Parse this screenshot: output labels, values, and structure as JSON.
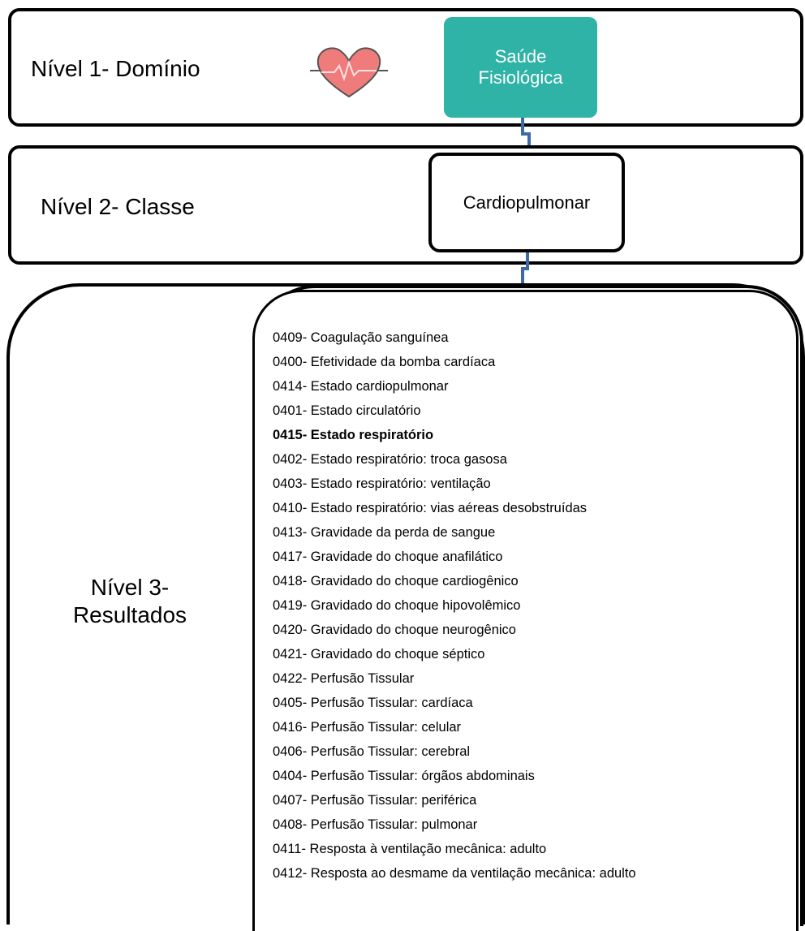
{
  "level1": {
    "label": "Nível 1- Domínio",
    "box": "Saúde\nFisiológica",
    "icon": "heart-icon"
  },
  "level2": {
    "label": "Nível 2- Classe",
    "box": "Cardiopulmonar"
  },
  "level3": {
    "label": "Nível 3-\nResultados",
    "items": [
      {
        "text": "0409- Coagulação sanguínea",
        "bold": false
      },
      {
        "text": "0400- Efetividade da bomba cardíaca",
        "bold": false
      },
      {
        "text": "0414- Estado cardiopulmonar",
        "bold": false
      },
      {
        "text": "0401- Estado circulatório",
        "bold": false
      },
      {
        "text": "0415- Estado respiratório",
        "bold": true
      },
      {
        "text": "0402- Estado respiratório: troca gasosa",
        "bold": false
      },
      {
        "text": "0403- Estado respiratório: ventilação",
        "bold": false
      },
      {
        "text": "0410- Estado respiratório: vias aéreas desobstruídas",
        "bold": false
      },
      {
        "text": "0413- Gravidade da perda de sangue",
        "bold": false
      },
      {
        "text": "0417- Gravidade do choque anafilático",
        "bold": false
      },
      {
        "text": "0418- Gravidado do choque cardiogênico",
        "bold": false
      },
      {
        "text": "0419- Gravidado do choque hipovolêmico",
        "bold": false
      },
      {
        "text": "0420- Gravidado do choque neurogênico",
        "bold": false
      },
      {
        "text": "0421- Gravidado do choque séptico",
        "bold": false
      },
      {
        "text": "0422- Perfusão Tissular",
        "bold": false
      },
      {
        "text": "0405- Perfusão Tissular: cardíaca",
        "bold": false
      },
      {
        "text": "0416- Perfusão Tissular: celular",
        "bold": false
      },
      {
        "text": "0406- Perfusão Tissular: cerebral",
        "bold": false
      },
      {
        "text": "0404- Perfusão Tissular: órgãos abdominais",
        "bold": false
      },
      {
        "text": "0407- Perfusão Tissular: periférica",
        "bold": false
      },
      {
        "text": "0408- Perfusão Tissular: pulmonar",
        "bold": false
      },
      {
        "text": "0411- Resposta à ventilação mecânica: adulto",
        "bold": false
      },
      {
        "text": "0412- Resposta ao desmame da ventilação mecânica: adulto",
        "bold": false
      }
    ]
  },
  "colors": {
    "domain_box": "#2fb3a6",
    "connector": "#3f6aa8",
    "heart": "#f07b7b",
    "outline": "#000000"
  }
}
